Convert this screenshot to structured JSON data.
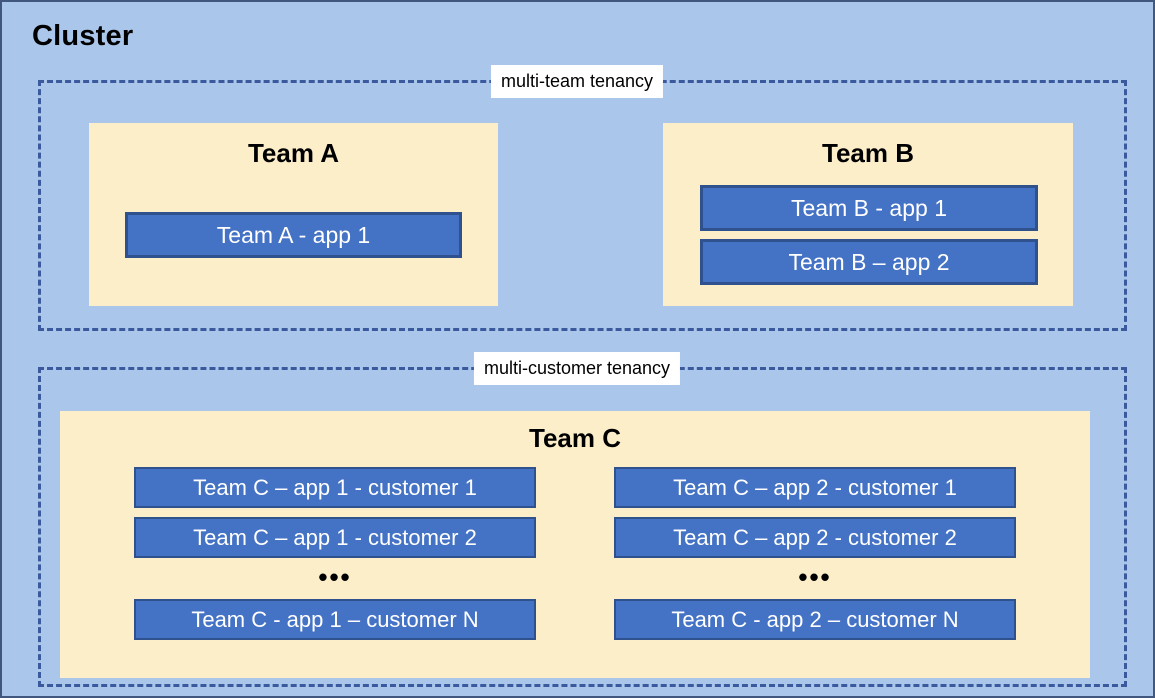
{
  "diagram": {
    "title": "Cluster",
    "colors": {
      "canvas_background": "#aac6ea",
      "canvas_border": "#41577e",
      "tenancy_dashed_border": "#3b5a9e",
      "team_panel_fill": "#fdeeca",
      "app_box_fill": "#4472c4",
      "app_box_border": "#2f528f",
      "app_box_text": "#ffffff",
      "label_background": "#ffffff",
      "heading_text": "#000000"
    },
    "regions": [
      {
        "id": "multi-team",
        "label": "multi-team tenancy",
        "teams": [
          {
            "id": "team-a",
            "heading": "Team A",
            "apps": [
              "Team A - app 1"
            ]
          },
          {
            "id": "team-b",
            "heading": "Team B",
            "apps": [
              "Team B - app 1",
              "Team B – app 2"
            ]
          }
        ]
      },
      {
        "id": "multi-customer",
        "label": "multi-customer tenancy",
        "teams": [
          {
            "id": "team-c",
            "heading": "Team C",
            "columns": [
              {
                "id": "team-c-app-1",
                "items": [
                  "Team C – app 1 - customer 1",
                  "Team C – app 1 - customer 2"
                ],
                "ellipsis": "•••",
                "last_item": "Team C - app 1 – customer N"
              },
              {
                "id": "team-c-app-2",
                "items": [
                  "Team C – app 2 - customer 1",
                  "Team C – app 2 - customer 2"
                ],
                "ellipsis": "•••",
                "last_item": "Team C - app 2 – customer N"
              }
            ]
          }
        ]
      }
    ]
  }
}
